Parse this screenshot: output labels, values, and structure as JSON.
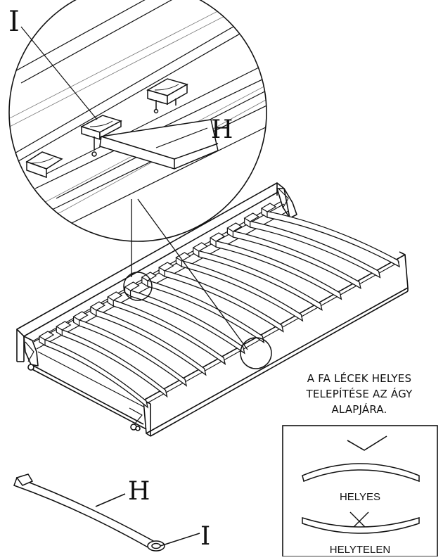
{
  "labels": {
    "part_i": "I",
    "part_h": "H"
  },
  "instruction": {
    "line1": "A FA LÉCEK HELYES",
    "line2": "TELEPÍTÉSE AZ ÁGY",
    "line3": "ALAPJÁRA."
  },
  "legend": {
    "correct_label": "HELYES",
    "incorrect_label": "HELYTELEN",
    "correct_icon": "check-icon",
    "incorrect_icon": "cross-icon"
  },
  "slat_count": 14
}
